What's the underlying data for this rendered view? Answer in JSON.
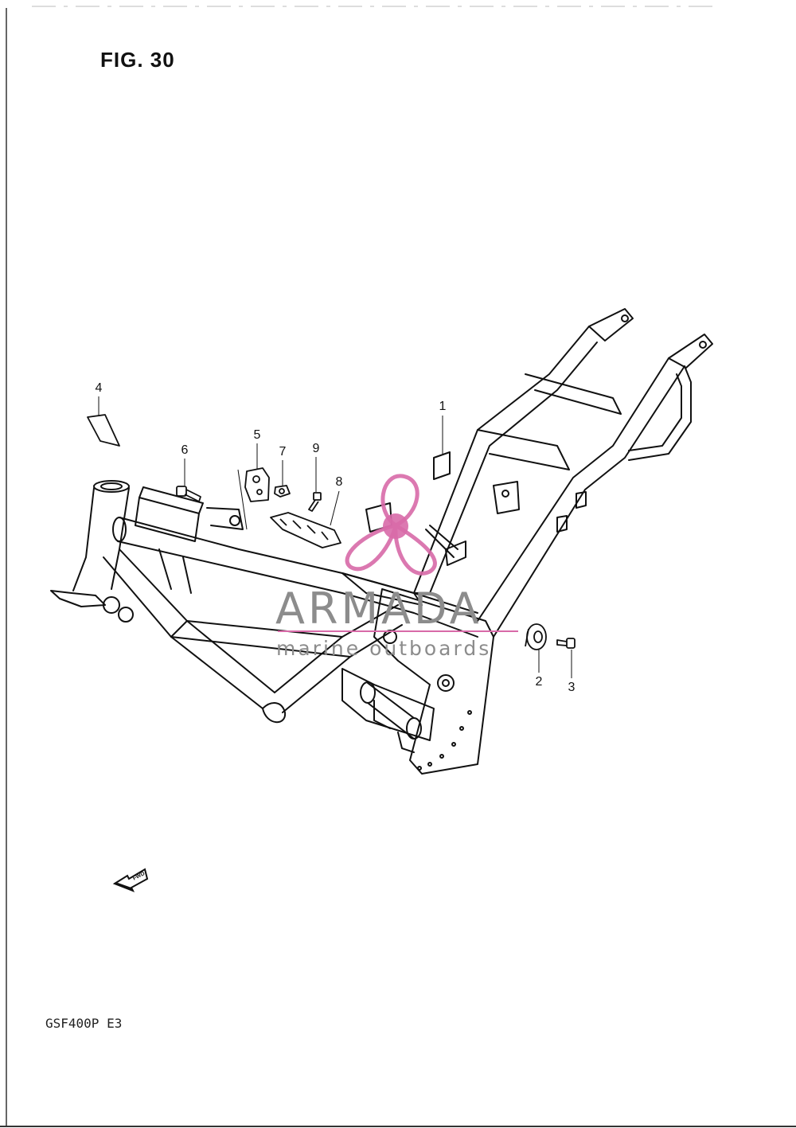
{
  "figure": {
    "title": "FIG. 30",
    "model_code": "GSF400P  E3"
  },
  "callouts": [
    "1",
    "2",
    "3",
    "4",
    "5",
    "6",
    "7",
    "8",
    "9"
  ],
  "fwd_label": "FWD",
  "watermark": {
    "brand": "ARMADA",
    "subtitle": "marine outboards",
    "accent_color": "#d86aa8",
    "text_color": "#8c8c8c"
  }
}
